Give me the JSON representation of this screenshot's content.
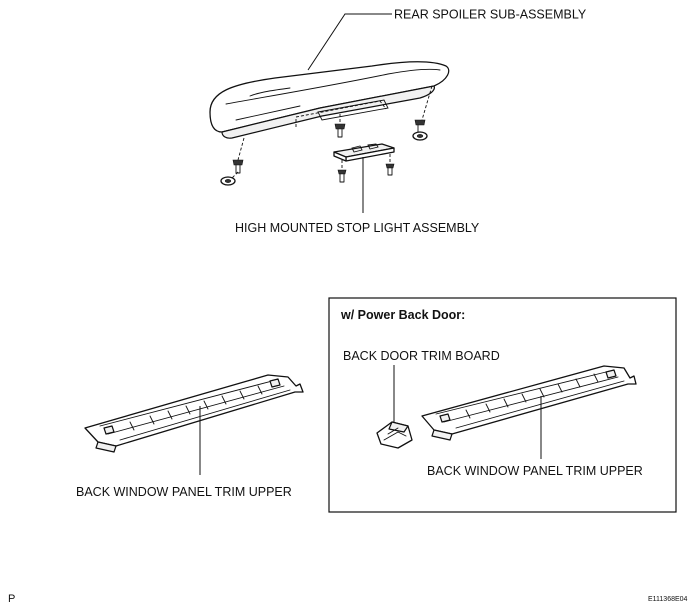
{
  "labels": {
    "rear_spoiler": "REAR SPOILER SUB-ASSEMBLY",
    "stop_light": "HIGH MOUNTED STOP LIGHT ASSEMBLY",
    "trim_upper_left": "BACK WINDOW PANEL TRIM UPPER",
    "inset_title": "w/ Power Back Door:",
    "door_trim_board": "BACK DOOR TRIM BOARD",
    "trim_upper_right": "BACK WINDOW PANEL TRIM UPPER"
  },
  "footer": {
    "page_marker": "P",
    "figure_id": "E111368E04"
  }
}
